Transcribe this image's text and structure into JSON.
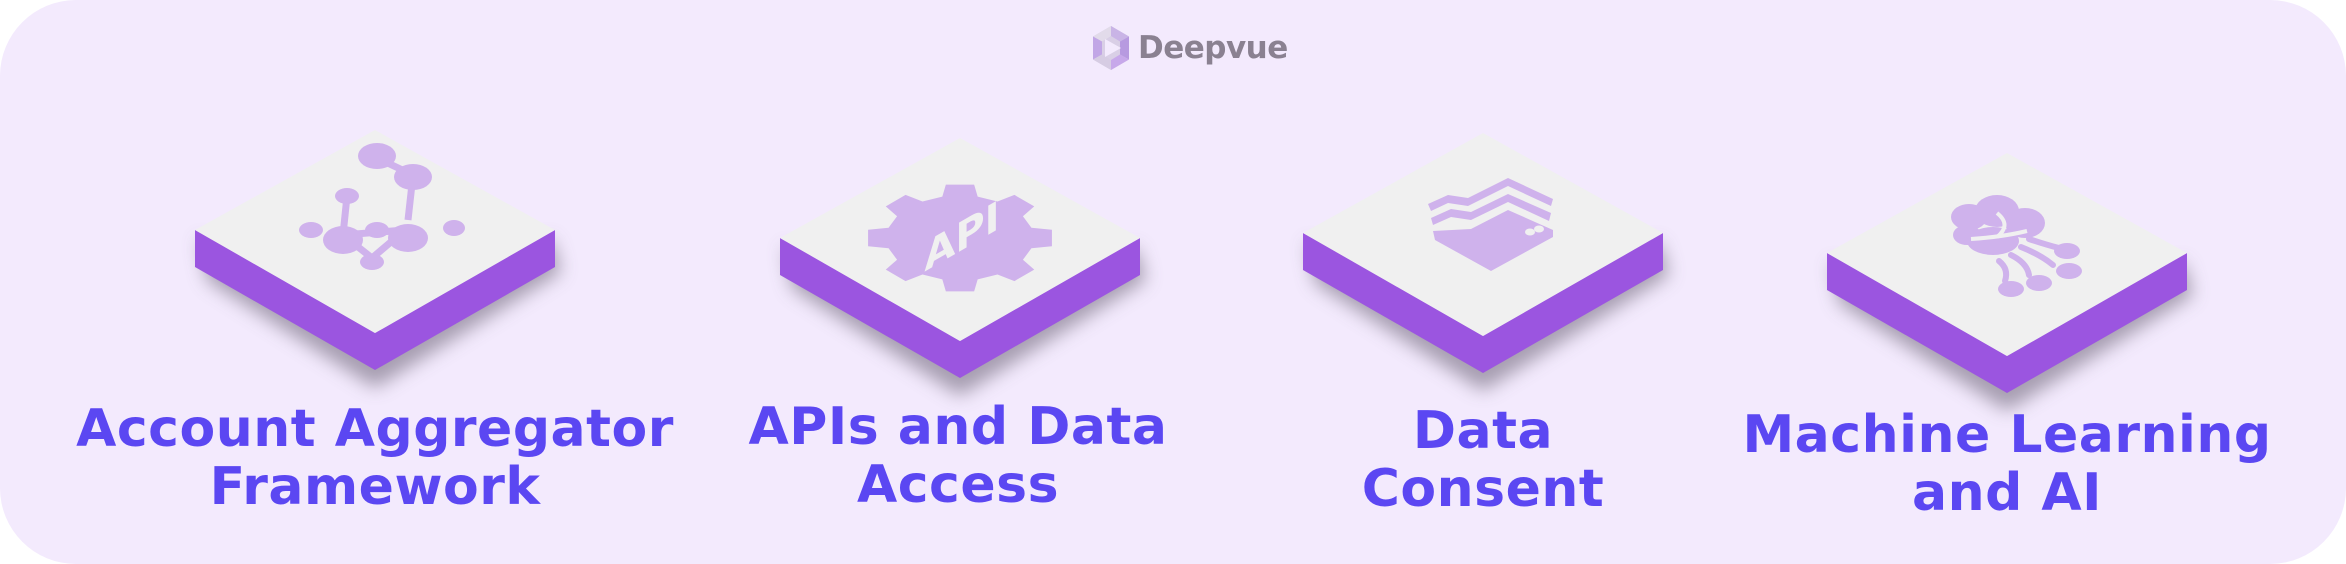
{
  "brand": {
    "name": "Deepvue",
    "logo_icon": "hexagon-play-logo-icon"
  },
  "colors": {
    "background": "#f3eafd",
    "tile_top": "#f0f0f0",
    "tile_side": "#9b55e0",
    "icon": "#cfb2ec",
    "label": "#5b47f2",
    "logo_text": "#8a8191"
  },
  "features": [
    {
      "label_line1": "Account Aggregator",
      "label_line2": "Framework",
      "icon": "network-nodes-icon"
    },
    {
      "label_line1": "APIs and Data",
      "label_line2": "Access",
      "icon": "api-gear-icon"
    },
    {
      "label_line1": "Data",
      "label_line2": "Consent",
      "icon": "folder-stack-icon"
    },
    {
      "label_line1": "Machine Learning",
      "label_line2": "and AI",
      "icon": "cloud-circuit-icon"
    }
  ]
}
